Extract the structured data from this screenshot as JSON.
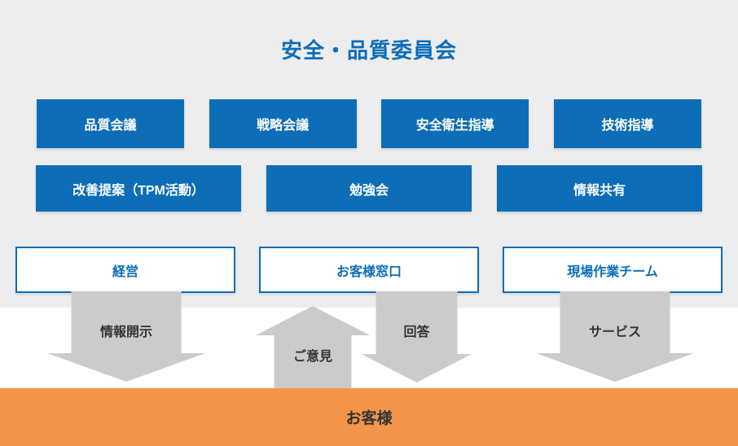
{
  "title": "安全・品質委員会",
  "committee": {
    "activities_row1": [
      "品質会議",
      "戦略会議",
      "安全衛生指導",
      "技術指導"
    ],
    "activities_row2": [
      "改善提案（TPM活動）",
      "勉強会",
      "情報共有"
    ]
  },
  "teams": [
    "経営",
    "お客様窓口",
    "現場作業チーム"
  ],
  "flows": {
    "info_disclosure": "情報開示",
    "opinions": "ご意見",
    "answers": "回答",
    "service": "サービス"
  },
  "customer_label": "お客様",
  "colors": {
    "blue": "#0d6db7",
    "bg-gray": "#ededed",
    "arrow-gray": "#cbcbcb",
    "orange": "#f2954a",
    "dark-text": "#333333"
  }
}
